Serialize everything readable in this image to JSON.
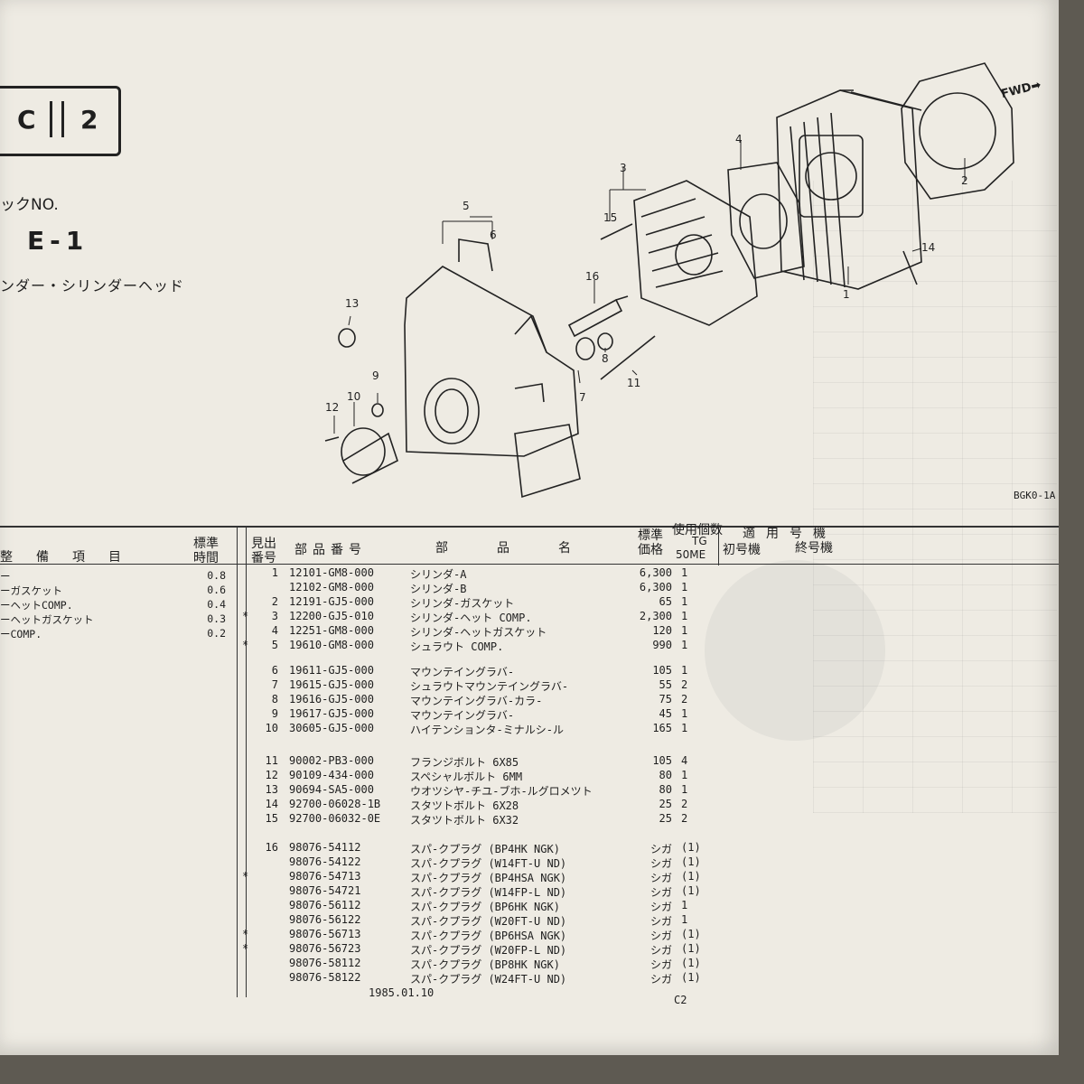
{
  "section": {
    "letter": "C",
    "number": "2"
  },
  "block": {
    "label": "ックNO.",
    "code": "E-1",
    "title": "ンダー・シリンダーヘッド"
  },
  "drawing": {
    "fwd": "FWD",
    "code": "BGK0-1A",
    "callouts": [
      "1",
      "2",
      "3",
      "4",
      "5",
      "6",
      "7",
      "8",
      "9",
      "10",
      "11",
      "12",
      "13",
      "14",
      "15",
      "16"
    ]
  },
  "ops_header": {
    "item": "整備項目",
    "time": "標準時間"
  },
  "operations": [
    {
      "name": "ー",
      "time": "0.8"
    },
    {
      "name": "ーガスケット",
      "time": "0.6"
    },
    {
      "name": "ーヘットCOMP.",
      "time": "0.4"
    },
    {
      "name": "ーヘットガスケット",
      "time": "0.3"
    },
    {
      "name": "ーCOMP.",
      "time": "0.2"
    }
  ],
  "parts_header": {
    "ref": "見出番号",
    "part_no": "部品番号",
    "part_name": "部品名",
    "price": "標準価格",
    "qty": "使用個数",
    "model": "TG",
    "model_sub": "50ME",
    "applicable": "適用号機",
    "first": "初号機",
    "last": "終号機"
  },
  "parts": [
    {
      "star": "",
      "ref": "1",
      "pn": "12101-GM8-000",
      "name": "シリンダ-A",
      "price": "6,300",
      "qty": "1"
    },
    {
      "star": "",
      "ref": "",
      "pn": "12102-GM8-000",
      "name": "シリンダ-B",
      "price": "6,300",
      "qty": "1"
    },
    {
      "star": "",
      "ref": "2",
      "pn": "12191-GJ5-000",
      "name": "シリンダ-ガスケット",
      "price": "65",
      "qty": "1"
    },
    {
      "star": "*",
      "ref": "3",
      "pn": "12200-GJ5-010",
      "name": "シリンダ-ヘット COMP.",
      "price": "2,300",
      "qty": "1"
    },
    {
      "star": "",
      "ref": "4",
      "pn": "12251-GM8-000",
      "name": "シリンダ-ヘットガスケット",
      "price": "120",
      "qty": "1"
    },
    {
      "star": "*",
      "ref": "5",
      "pn": "19610-GM8-000",
      "name": "シュラウト COMP.",
      "price": "990",
      "qty": "1"
    },
    {
      "star": "",
      "ref": "6",
      "pn": "19611-GJ5-000",
      "name": "マウンテイングラバ-",
      "price": "105",
      "qty": "1"
    },
    {
      "star": "",
      "ref": "7",
      "pn": "19615-GJ5-000",
      "name": "シュラウトマウンテイングラバ-",
      "price": "55",
      "qty": "2"
    },
    {
      "star": "",
      "ref": "8",
      "pn": "19616-GJ5-000",
      "name": "マウンテイングラバ-カラ-",
      "price": "75",
      "qty": "2"
    },
    {
      "star": "",
      "ref": "9",
      "pn": "19617-GJ5-000",
      "name": "マウンテイングラバ-",
      "price": "45",
      "qty": "1"
    },
    {
      "star": "",
      "ref": "10",
      "pn": "30605-GJ5-000",
      "name": "ハイテンションタ-ミナルシ-ル",
      "price": "165",
      "qty": "1"
    },
    {
      "star": "",
      "ref": "11",
      "pn": "90002-PB3-000",
      "name": "フランジボルト 6X85",
      "price": "105",
      "qty": "4"
    },
    {
      "star": "",
      "ref": "12",
      "pn": "90109-434-000",
      "name": "スペシャルボルト 6MM",
      "price": "80",
      "qty": "1"
    },
    {
      "star": "",
      "ref": "13",
      "pn": "90694-SA5-000",
      "name": "ウオツシヤ-チユ-ブホ-ルグロメツト",
      "price": "80",
      "qty": "1"
    },
    {
      "star": "",
      "ref": "14",
      "pn": "92700-06028-1B",
      "name": "スタツトボルト 6X28",
      "price": "25",
      "qty": "2"
    },
    {
      "star": "",
      "ref": "15",
      "pn": "92700-06032-0E",
      "name": "スタツトボルト 6X32",
      "price": "25",
      "qty": "2"
    },
    {
      "star": "",
      "ref": "16",
      "pn": "98076-54112",
      "name": "スパ-クプラグ (BP4HK NGK)",
      "price": "シガ",
      "qty": "(1)"
    },
    {
      "star": "",
      "ref": "",
      "pn": "98076-54122",
      "name": "スパ-クプラグ (W14FT-U ND)",
      "price": "シガ",
      "qty": "(1)"
    },
    {
      "star": "*",
      "ref": "",
      "pn": "98076-54713",
      "name": "スパ-クプラグ (BP4HSA NGK)",
      "price": "シガ",
      "qty": "(1)"
    },
    {
      "star": "",
      "ref": "",
      "pn": "98076-54721",
      "name": "スパ-クプラグ (W14FP-L ND)",
      "price": "シガ",
      "qty": "(1)"
    },
    {
      "star": "",
      "ref": "",
      "pn": "98076-56112",
      "name": "スパ-クプラグ (BP6HK NGK)",
      "price": "シガ",
      "qty": "1"
    },
    {
      "star": "",
      "ref": "",
      "pn": "98076-56122",
      "name": "スパ-クプラグ (W20FT-U ND)",
      "price": "シガ",
      "qty": "1"
    },
    {
      "star": "*",
      "ref": "",
      "pn": "98076-56713",
      "name": "スパ-クプラグ (BP6HSA NGK)",
      "price": "シガ",
      "qty": "(1)"
    },
    {
      "star": "*",
      "ref": "",
      "pn": "98076-56723",
      "name": "スパ-クプラグ (W20FP-L ND)",
      "price": "シガ",
      "qty": "(1)"
    },
    {
      "star": "",
      "ref": "",
      "pn": "98076-58112",
      "name": "スパ-クプラグ (BP8HK NGK)",
      "price": "シガ",
      "qty": "(1)"
    },
    {
      "star": "",
      "ref": "",
      "pn": "98076-58122",
      "name": "スパ-クプラグ (W24FT-U ND)",
      "price": "シガ",
      "qty": "(1)"
    }
  ],
  "footer": {
    "date": "1985.01.10",
    "code": "C2"
  }
}
